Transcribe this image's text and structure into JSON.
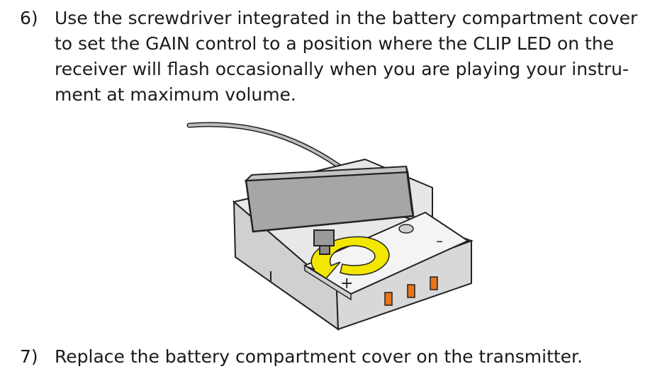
{
  "steps": [
    {
      "number": "6)",
      "lines": [
        "Use the screwdriver integrated in the battery compartment cover",
        "to set the GAIN control to a position where the CLIP LED on the",
        "receiver will flash occasionally when you are playing your instru-",
        "ment at maximum volume."
      ]
    },
    {
      "number": "7)",
      "lines": [
        "Replace the battery compartment cover on the transmitter."
      ]
    }
  ],
  "illustration": {
    "battery_minus": "–",
    "battery_plus": "+",
    "colors": {
      "housing": "#d4d4d4",
      "housing_top": "#e8e8e8",
      "cover": "#a6a6a6",
      "arrow": "#f3e600",
      "led": "#e8751a",
      "outline": "#222222"
    }
  }
}
